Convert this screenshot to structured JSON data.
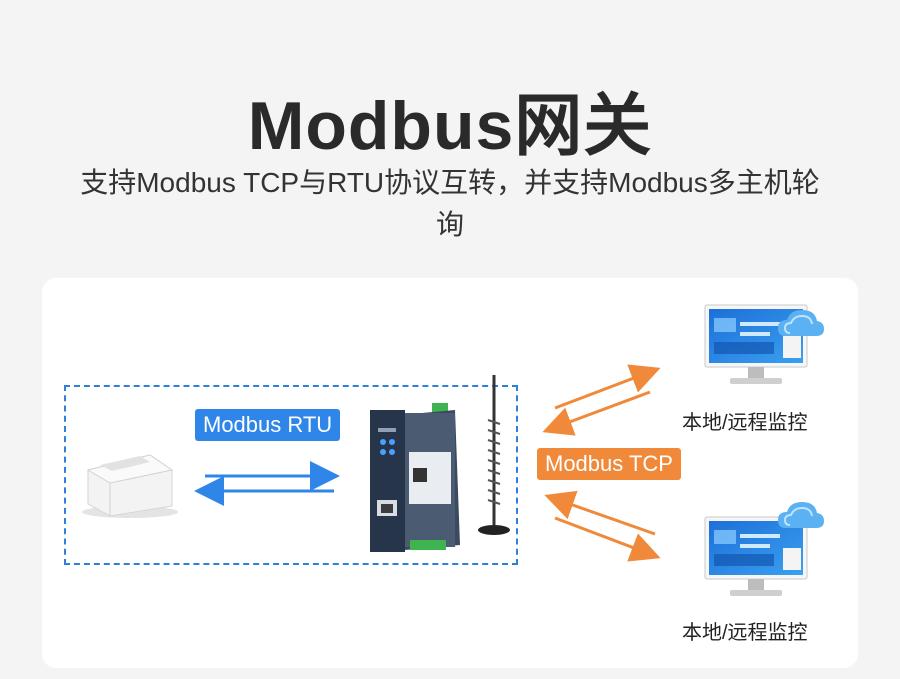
{
  "header": {
    "title": "Modbus网关",
    "subtitle": "支持Modbus TCP与RTU协议互转，并支持Modbus多主机轮询"
  },
  "diagram": {
    "rtu_label": "Modbus RTU",
    "tcp_label": "Modbus TCP",
    "pc_top_label": "本地/远程监控",
    "pc_bottom_label": "本地/远程监控"
  },
  "colors": {
    "accent_blue": "#2f86e8",
    "accent_orange": "#f08a3a",
    "gateway_body": "#2b3a4e"
  },
  "icons": [
    "printer-device-icon",
    "gateway-device-icon",
    "antenna-icon",
    "monitor-icon",
    "cloud-icon"
  ]
}
